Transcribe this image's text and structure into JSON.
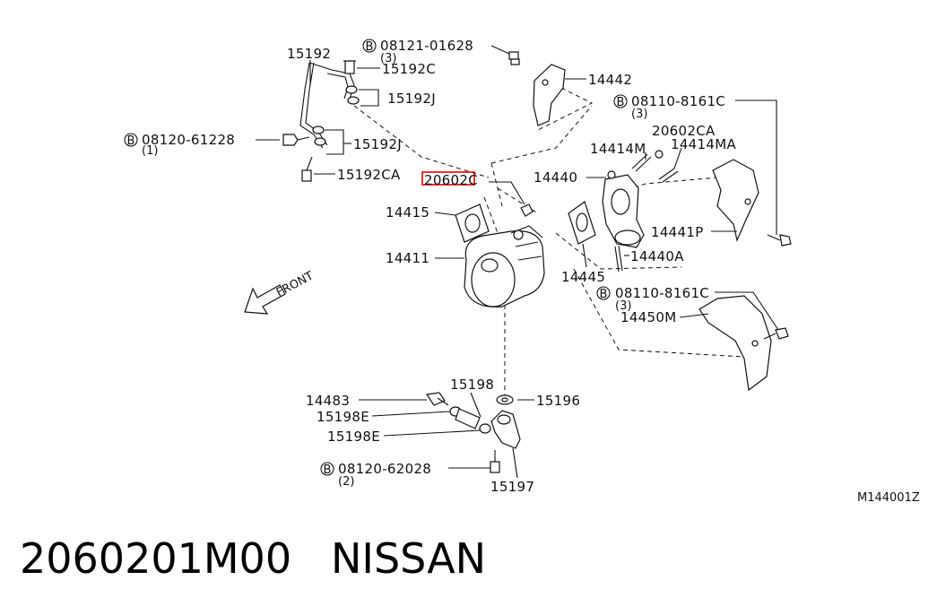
{
  "labels": {
    "p15192": "15192",
    "p08121": "08121-01628",
    "p08121_qty": "(3)",
    "p15192C": "15192C",
    "p14442": "14442",
    "p15192J_a": "15192J",
    "p08110a": "08110-8161C",
    "p08110a_qty": "(3)",
    "p08120a": "08120-61228",
    "p08120a_qty": "(1)",
    "p15192J_b": "15192J",
    "p20602CA": "20602CA",
    "p14414M": "14414M",
    "p14414MA": "14414MA",
    "p15192CA": "15192CA",
    "p20602C": "20602C",
    "p14440": "14440",
    "p14415": "14415",
    "p14441P": "14441P",
    "p14411": "14411",
    "p14440A": "14440A",
    "p14445": "14445",
    "front": "FRONT",
    "p08110b": "08110-8161C",
    "p08110b_qty": "(3)",
    "p14450M": "14450M",
    "p15198": "15198",
    "p14483": "14483",
    "p15196": "15196",
    "p15198E_a": "15198E",
    "p15198E_b": "15198E",
    "p08120b": "08120-62028",
    "p08120b_qty": "(2)",
    "p15197": "15197",
    "code": "M144001Z",
    "bolt_symbol": "B"
  },
  "footer": {
    "part_number": "2060201M00",
    "brand": "NISSAN"
  },
  "highlight_color": "#e00000"
}
